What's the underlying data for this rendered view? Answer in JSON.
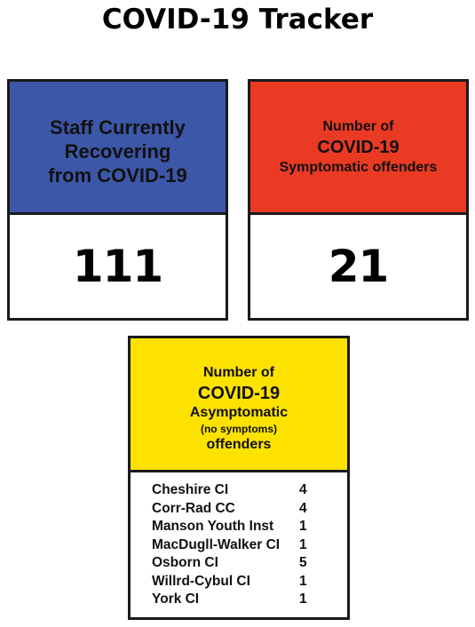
{
  "title": "COVID-19 Tracker",
  "staff_card": {
    "label_lines": [
      "Staff Currently",
      "Recovering",
      "from COVID-19"
    ],
    "value": "111",
    "color": "#3c57a8"
  },
  "symptomatic_card": {
    "label_line1": "Number of",
    "label_line2": "COVID-19",
    "label_line3": "Symptomatic offenders",
    "value": "21",
    "color": "#ea3a24"
  },
  "asymptomatic_card": {
    "label_line1": "Number of",
    "label_line2": "COVID-19",
    "label_line3": "Asymptomatic",
    "label_line4": "(no symptoms)",
    "label_line5": "offenders",
    "color": "#fde200",
    "facilities": [
      {
        "name": "Cheshire CI",
        "count": "4"
      },
      {
        "name": "Corr-Rad CC",
        "count": "4"
      },
      {
        "name": "Manson Youth Inst",
        "count": "1"
      },
      {
        "name": "MacDugll-Walker CI",
        "count": "1"
      },
      {
        "name": "Osborn CI",
        "count": "5"
      },
      {
        "name": "Willrd-Cybul CI",
        "count": "1"
      },
      {
        "name": "York CI",
        "count": "1"
      }
    ]
  }
}
